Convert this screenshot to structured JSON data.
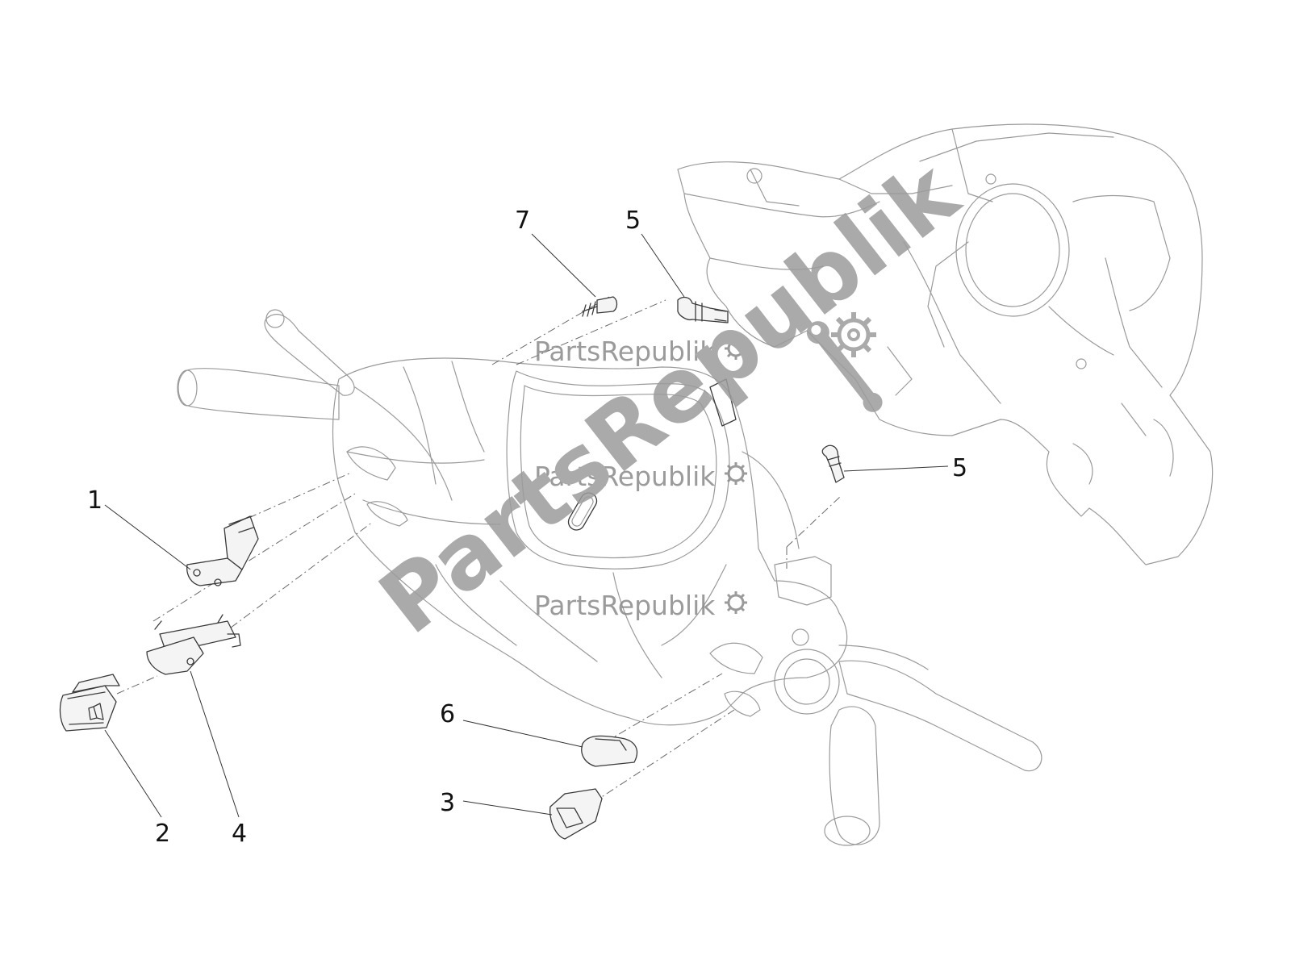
{
  "callouts": [
    {
      "id": "7",
      "label": "7"
    },
    {
      "id": "5a",
      "label": "5"
    },
    {
      "id": "5b",
      "label": "5"
    },
    {
      "id": "1",
      "label": "1"
    },
    {
      "id": "6",
      "label": "6"
    },
    {
      "id": "3",
      "label": "3"
    },
    {
      "id": "2",
      "label": "2"
    },
    {
      "id": "4",
      "label": "4"
    }
  ],
  "watermark": {
    "small_text": "PartsRepublik",
    "big_text": "PartsRepublik",
    "gear_icon": "gear-icon",
    "wrench_icon": "wrench-icon"
  },
  "colors": {
    "outline": "#9a9a9a",
    "part_outline": "#3a3a3a",
    "watermark": "#9c9c9c"
  }
}
